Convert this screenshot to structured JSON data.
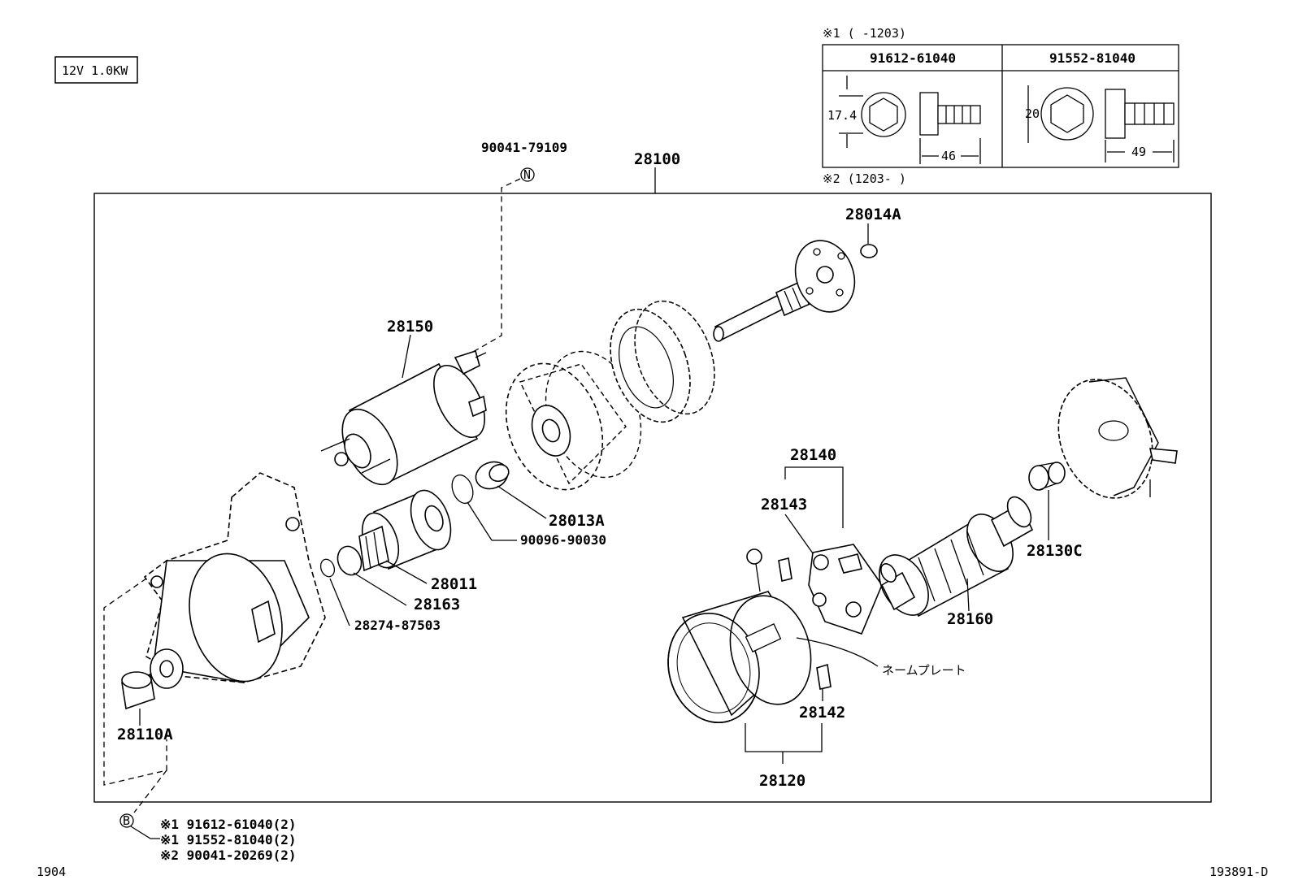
{
  "rating_box": "12V 1.0KW",
  "footer": {
    "left": "1904",
    "right": "193891-D"
  },
  "bolt_table": {
    "note1": "※1 (     -1203)",
    "note2": "※2 (1203-     )",
    "columns": [
      {
        "part_number": "91612-61040",
        "head_size": "17.4",
        "length": "46"
      },
      {
        "part_number": "91552-81040",
        "head_size": "20",
        "length": "49"
      }
    ]
  },
  "callouts": {
    "assembly": "28100",
    "p_90041_79109": "90041-79109",
    "ref_n": "N",
    "p_28150": "28150",
    "p_28014A": "28014A",
    "p_28013A": "28013A",
    "p_90096_90030": "90096-90030",
    "p_28011": "28011",
    "p_28163": "28163",
    "p_28274_87503": "28274-87503",
    "p_28110A": "28110A",
    "p_28140": "28140",
    "p_28143": "28143",
    "p_28130C": "28130C",
    "p_28160": "28160",
    "p_28142": "28142",
    "p_28120": "28120",
    "nameplate": "ネームプレート",
    "ref_b": "B"
  },
  "bolt_list": [
    "※1 91612-61040(2)",
    "※1 91552-81040(2)",
    "※2 90041-20269(2)"
  ]
}
